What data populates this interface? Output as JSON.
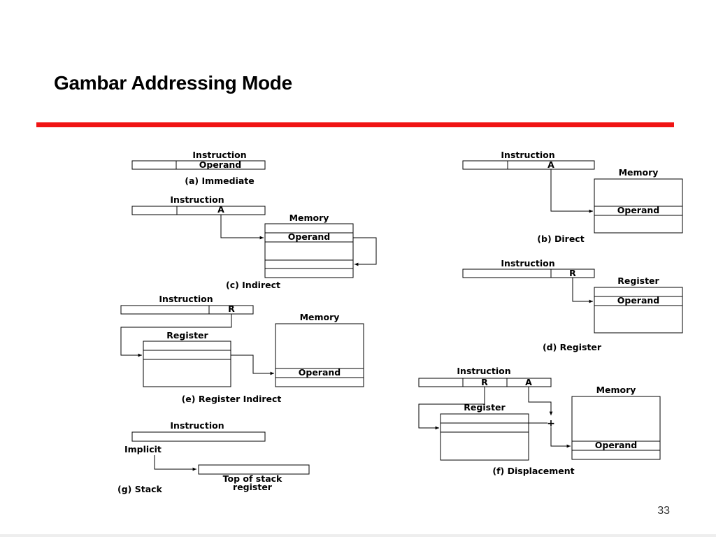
{
  "slide": {
    "title": "Gambar Addressing Mode",
    "page_number": "33"
  },
  "modes": {
    "immediate": {
      "instruction": "Instruction",
      "operand": "Operand",
      "caption": "(a) Immediate"
    },
    "direct": {
      "instruction": "Instruction",
      "address": "A",
      "memory": "Memory",
      "operand": "Operand",
      "caption": "(b) Direct"
    },
    "indirect": {
      "instruction": "Instruction",
      "address": "A",
      "memory": "Memory",
      "operand": "Operand",
      "caption": "(c) Indirect"
    },
    "register": {
      "instruction": "Instruction",
      "register_field": "R",
      "register": "Register",
      "operand": "Operand",
      "caption": "(d) Register"
    },
    "register_indirect": {
      "instruction": "Instruction",
      "register_field": "R",
      "register": "Register",
      "memory": "Memory",
      "operand": "Operand",
      "caption": "(e) Register Indirect"
    },
    "displacement": {
      "instruction": "Instruction",
      "register_field": "R",
      "address": "A",
      "register": "Register",
      "memory": "Memory",
      "operand": "Operand",
      "plus": "+",
      "caption": "(f) Displacement"
    },
    "stack": {
      "instruction": "Instruction",
      "implicit": "Implicit",
      "top_line1": "Top of stack",
      "top_line2": "register",
      "caption": "(g) Stack"
    }
  }
}
